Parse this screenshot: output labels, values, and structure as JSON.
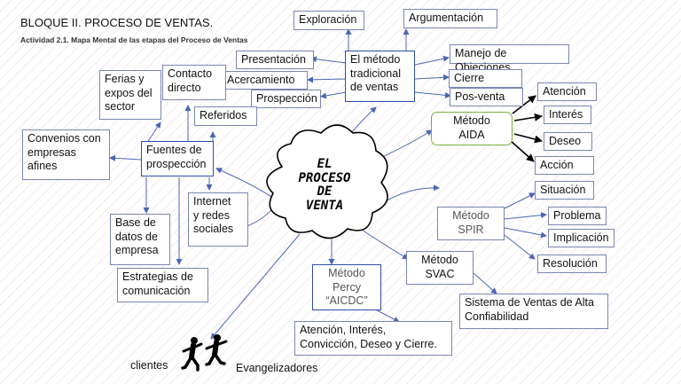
{
  "header": {
    "title": "BLOQUE II. PROCESO DE VENTAS.",
    "subtitle": "Actividad 2.1. Mapa Mental de las etapas del Proceso de Ventas"
  },
  "center": {
    "label": "EL\nPROCESO\nDE\nVENTA"
  },
  "tradicional": {
    "label": "El método\ntradicional\nde ventas",
    "steps": {
      "exploracion": "Exploración",
      "argumentacion": "Argumentación",
      "presentacion": "Presentación",
      "manejo": "Manejo de Objeciones",
      "acercamiento": "Acercamiento",
      "cierre": "Cierre",
      "prospeccion": "Prospección",
      "posventa": "Pos-venta"
    }
  },
  "fuentes": {
    "label": "Fuentes de\nprospección",
    "items": {
      "ferias": "Ferias y\nexpos del\nsector",
      "contacto": "Contacto\ndirecto",
      "referidos": "Referidos",
      "convenios": "Convenios con\nempresas\nafines",
      "internet": "Internet\ny redes\nsociales",
      "base": "Base de\ndatos de\nempresa",
      "estrategias": "Estrategias de\ncomunicación"
    }
  },
  "aida": {
    "label": "Método\nAIDA",
    "items": {
      "atencion": "Atención",
      "interes": "Interés",
      "deseo": "Deseo",
      "accion": "Acción"
    }
  },
  "spir": {
    "label": "Método\nSPIR",
    "items": {
      "situacion": "Situación",
      "problema": "Problema",
      "implicacion": "Implicación",
      "resolucion": "Resolución"
    }
  },
  "svac": {
    "label": "Método\nSVAC",
    "detail": "Sistema de Ventas de Alta\nConfiabilidad"
  },
  "percy": {
    "label": "Método\nPercy\n“AICDC”",
    "detail": "Atención, Interés,\nConvicción, Deseo y Cierre."
  },
  "bottom": {
    "clientes": "clientes",
    "evangelizadores": "Evangelizadores",
    "icon": "people-walking-icon"
  },
  "colors": {
    "line": "#4a66b4",
    "arrow_black": "#000000",
    "box_border": "#2e4ea8",
    "aida_border": "#76b043",
    "background_hatch": "#c878a5"
  }
}
